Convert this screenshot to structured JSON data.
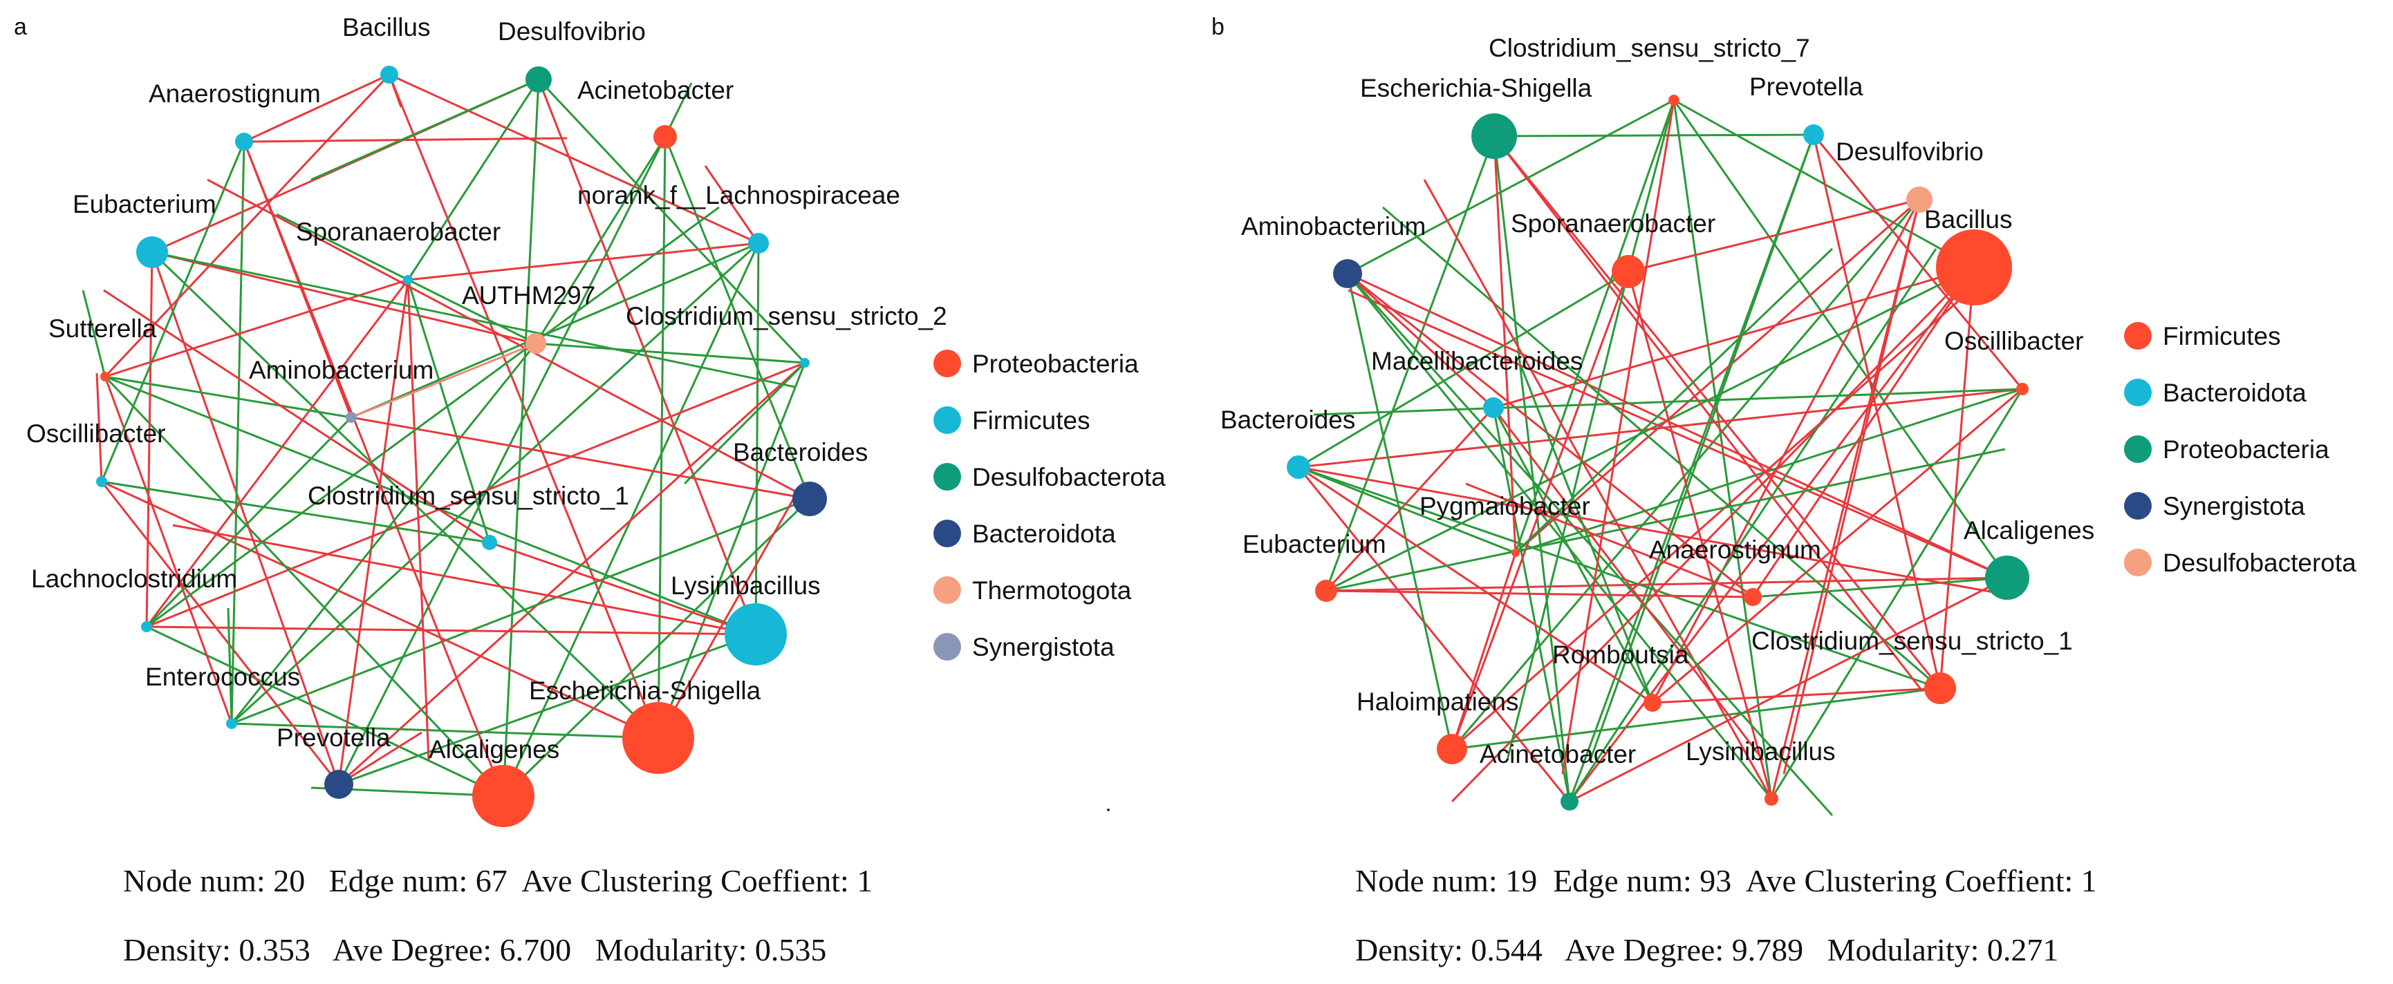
{
  "palette": {
    "Proteobacteria_a": "#ff4a2e",
    "Firmicutes_a": "#17b8d6",
    "Desulfobacterota_a": "#0f9c7a",
    "Bacteroidota_a": "#2a4a86",
    "Thermotogota_a": "#f5a07f",
    "Synergistota_a": "#8896b8",
    "edge_positive": "#e8383d",
    "edge_negative": "#2a9a3a"
  },
  "panels": [
    {
      "letter": "a",
      "legend": [
        {
          "label": "Proteobacteria",
          "color": "#ff4a2e"
        },
        {
          "label": "Firmicutes",
          "color": "#17b8d6"
        },
        {
          "label": "Desulfobacterota",
          "color": "#0f9c7a"
        },
        {
          "label": "Bacteroidota",
          "color": "#2a4a86"
        },
        {
          "label": "Thermotogota",
          "color": "#f5a07f"
        },
        {
          "label": "Synergistota",
          "color": "#8896b8"
        }
      ],
      "stats": {
        "line1": "Node num: 20   Edge num: 67  Ave Clustering Coeffient: 1",
        "line2": "Density: 0.353   Ave Degree: 6.700   Modularity: 0.535"
      }
    },
    {
      "letter": "b",
      "legend": [
        {
          "label": "Firmicutes",
          "color": "#ff4a2e"
        },
        {
          "label": "Bacteroidota",
          "color": "#17b8d6"
        },
        {
          "label": "Proteobacteria",
          "color": "#0f9c7a"
        },
        {
          "label": "Synergistota",
          "color": "#2a4a86"
        },
        {
          "label": "Desulfobacterota",
          "color": "#f5a07f"
        }
      ],
      "stats": {
        "line1": "Node num: 19  Edge num: 93  Ave Clustering Coeffient: 1",
        "line2": "Density: 0.544   Ave Degree: 9.789   Modularity: 0.271"
      }
    }
  ],
  "nodesA": [
    {
      "id": "Bacillus",
      "label": "Bacillus",
      "color": "#17b8d6"
    },
    {
      "id": "Desulfovibrio",
      "label": "Desulfovibrio",
      "color": "#0f9c7a"
    },
    {
      "id": "Acinetobacter",
      "label": "Acinetobacter",
      "color": "#ff4a2e"
    },
    {
      "id": "norank",
      "label": "norank_f__Lachnospiraceae",
      "color": "#17b8d6"
    },
    {
      "id": "Csens2",
      "label": "Clostridium_sensu_stricto_2",
      "color": "#17b8d6"
    },
    {
      "id": "Bacteroides",
      "label": "Bacteroides",
      "color": "#2a4a86"
    },
    {
      "id": "Lysinibacillus",
      "label": "Lysinibacillus",
      "color": "#17b8d6"
    },
    {
      "id": "Escherichia",
      "label": "Escherichia-Shigella",
      "color": "#ff4a2e"
    },
    {
      "id": "Alcaligenes",
      "label": "Alcaligenes",
      "color": "#ff4a2e"
    },
    {
      "id": "Prevotella",
      "label": "Prevotella",
      "color": "#2a4a86"
    },
    {
      "id": "Enterococcus",
      "label": "Enterococcus",
      "color": "#17b8d6"
    },
    {
      "id": "Lachnoclostridium",
      "label": "Lachnoclostridium",
      "color": "#17b8d6"
    },
    {
      "id": "Oscillibacter",
      "label": "Oscillibacter",
      "color": "#17b8d6"
    },
    {
      "id": "Sutterella",
      "label": "Sutterella",
      "color": "#ff4a2e"
    },
    {
      "id": "Eubacterium",
      "label": "Eubacterium",
      "color": "#17b8d6"
    },
    {
      "id": "Anaerostignum",
      "label": "Anaerostignum",
      "color": "#17b8d6"
    },
    {
      "id": "Sporanaerobacter",
      "label": "Sporanaerobacter",
      "color": "#17b8d6"
    },
    {
      "id": "AUTHM297",
      "label": "AUTHM297",
      "color": "#f5a07f"
    },
    {
      "id": "Aminobacterium",
      "label": "Aminobacterium",
      "color": "#8896b8"
    },
    {
      "id": "Csens1",
      "label": "Clostridium_sensu_stricto_1",
      "color": "#17b8d6"
    }
  ],
  "nodesB": [
    {
      "id": "Csens7",
      "label": "Clostridium_sensu_stricto_7",
      "color": "#ff4a2e"
    },
    {
      "id": "Prevotella",
      "label": "Prevotella",
      "color": "#17b8d6"
    },
    {
      "id": "Desulfovibrio",
      "label": "Desulfovibrio",
      "color": "#f5a07f"
    },
    {
      "id": "Bacillus",
      "label": "Bacillus",
      "color": "#ff4a2e"
    },
    {
      "id": "Oscillibacter",
      "label": "Oscillibacter",
      "color": "#ff4a2e"
    },
    {
      "id": "Alcaligenes",
      "label": "Alcaligenes",
      "color": "#0f9c7a"
    },
    {
      "id": "Csens1",
      "label": "Clostridium_sensu_stricto_1",
      "color": "#ff4a2e"
    },
    {
      "id": "Lysinibacillus",
      "label": "Lysinibacillus",
      "color": "#ff4a2e"
    },
    {
      "id": "Acinetobacter",
      "label": "Acinetobacter",
      "color": "#0f9c7a"
    },
    {
      "id": "Haloimpatiens",
      "label": "Haloimpatiens",
      "color": "#ff4a2e"
    },
    {
      "id": "Eubacterium",
      "label": "Eubacterium",
      "color": "#ff4a2e"
    },
    {
      "id": "Bacteroides",
      "label": "Bacteroides",
      "color": "#17b8d6"
    },
    {
      "id": "Aminobacterium",
      "label": "Aminobacterium",
      "color": "#2a4a86"
    },
    {
      "id": "Escherichia",
      "label": "Escherichia-Shigella",
      "color": "#0f9c7a"
    },
    {
      "id": "Sporanaerobacter",
      "label": "Sporanaerobacter",
      "color": "#ff4a2e"
    },
    {
      "id": "Macellibacteroides",
      "label": "Macellibacteroides",
      "color": "#17b8d6"
    },
    {
      "id": "Pygmaiobacter",
      "label": "Pygmaiobacter",
      "color": "#ff4a2e"
    },
    {
      "id": "Anaerostignum",
      "label": "Anaerostignum",
      "color": "#ff4a2e"
    },
    {
      "id": "Romboutsia",
      "label": "Romboutsia",
      "color": "#ff4a2e"
    }
  ]
}
